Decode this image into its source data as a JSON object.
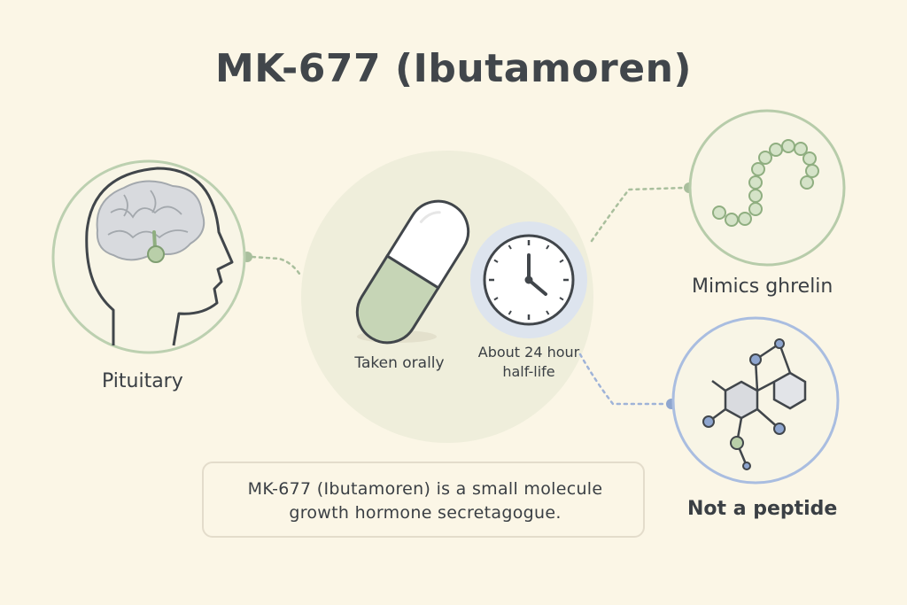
{
  "title": "MK-677 (Ibutamoren)",
  "labels": {
    "pituitary": "Pituitary",
    "taken_orally": "Taken orally",
    "half_life_line1": "About 24 hour",
    "half_life_line2": "half-life",
    "mimics_ghrelin": "Mimics ghrelin",
    "not_peptide": "Not a peptide"
  },
  "caption": {
    "line1": "MK-677 (Ibutamoren) is a small molecule",
    "line2": "growth hormone secretagogue."
  },
  "colors": {
    "background": "#fbf6e6",
    "green_accent": "#9fb893",
    "blue_accent": "#8fa6cf",
    "ink": "#41464b"
  }
}
